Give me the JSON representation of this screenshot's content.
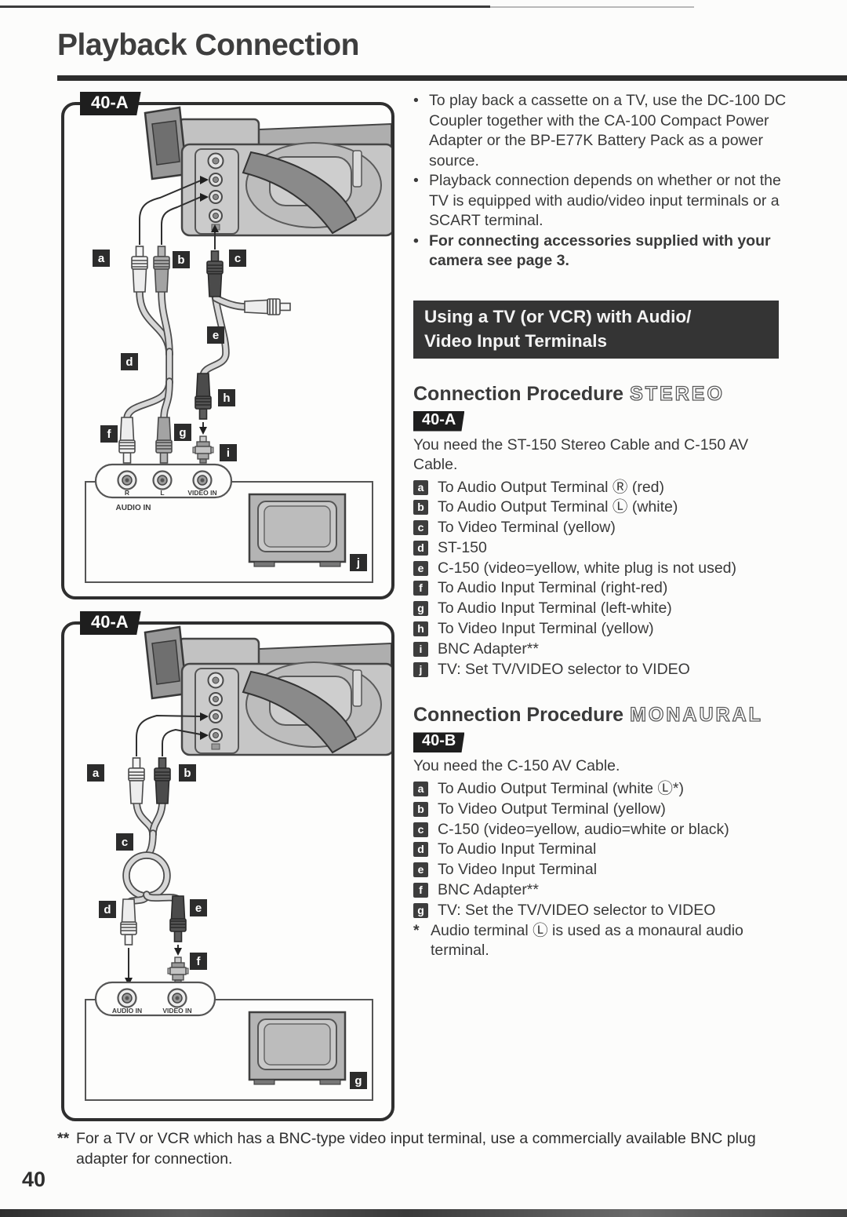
{
  "page": {
    "title": "Playback Connection",
    "number": "40"
  },
  "intro_bullets": [
    {
      "marker": "•",
      "text": "To play back a cassette on a TV, use the DC-100 DC Coupler together with the CA-100 Compact Power Adapter or the BP-E77K Battery Pack as a power source."
    },
    {
      "marker": "•",
      "text": "Playback connection depends on whether or not the TV is equipped with audio/video input terminals or a SCART terminal."
    },
    {
      "marker": "•",
      "text": "For connecting accessories supplied with your camera see page 3."
    }
  ],
  "section_header": {
    "line1": "Using a TV (or VCR) with Audio/",
    "line2": "Video Input Terminals"
  },
  "stereo": {
    "heading": "Connection Procedure",
    "style_word": "STEREO",
    "badge": "40-A",
    "need": "You need the ST-150 Stereo Cable and C-150 AV Cable.",
    "items": [
      {
        "key": "a",
        "text": "To Audio Output Terminal Ⓡ (red)"
      },
      {
        "key": "b",
        "text": "To Audio Output Terminal Ⓛ (white)"
      },
      {
        "key": "c",
        "text": "To Video Terminal (yellow)"
      },
      {
        "key": "d",
        "text": "ST-150"
      },
      {
        "key": "e",
        "text": "C-150 (video=yellow, white plug is not used)"
      },
      {
        "key": "f",
        "text": "To Audio Input Terminal (right-red)"
      },
      {
        "key": "g",
        "text": "To Audio Input Terminal (left-white)"
      },
      {
        "key": "h",
        "text": "To Video Input Terminal (yellow)"
      },
      {
        "key": "i",
        "text": "BNC Adapter**"
      },
      {
        "key": "j",
        "text": "TV: Set TV/VIDEO selector to VIDEO"
      }
    ]
  },
  "monaural": {
    "heading": "Connection Procedure",
    "style_word": "MONAURAL",
    "badge": "40-B",
    "need": "You need the C-150 AV Cable.",
    "items": [
      {
        "key": "a",
        "text": "To Audio Output Terminal (white Ⓛ*)"
      },
      {
        "key": "b",
        "text": "To Video Output Terminal (yellow)"
      },
      {
        "key": "c",
        "text": "C-150 (video=yellow, audio=white or black)"
      },
      {
        "key": "d",
        "text": "To Audio Input Terminal"
      },
      {
        "key": "e",
        "text": "To Video Input Terminal"
      },
      {
        "key": "f",
        "text": "BNC Adapter**"
      },
      {
        "key": "g",
        "text": "TV: Set the TV/VIDEO selector to VIDEO"
      }
    ],
    "footnote_marker": "*",
    "footnote_text": "Audio terminal Ⓛ is used as a monaural audio terminal."
  },
  "figures": [
    {
      "badge": "40-A",
      "labels": [
        "a",
        "b",
        "c",
        "d",
        "e",
        "f",
        "g",
        "h",
        "i",
        "j"
      ],
      "jacks": [
        "R",
        "L",
        "VIDEO IN"
      ],
      "panel": "AUDIO IN"
    },
    {
      "badge": "40-A",
      "labels": [
        "a",
        "b",
        "c",
        "d",
        "e",
        "f",
        "g"
      ],
      "jacks": [
        "AUDIO IN",
        "VIDEO IN"
      ]
    }
  ],
  "footer": {
    "marker": "**",
    "text": "For a TV or VCR which has a BNC-type video input terminal, use a commercially available BNC plug adapter for connection."
  },
  "colors": {
    "ink": "#3a3a3a",
    "bar_bg": "#343434",
    "badge_bg": "#1e1e1e"
  }
}
